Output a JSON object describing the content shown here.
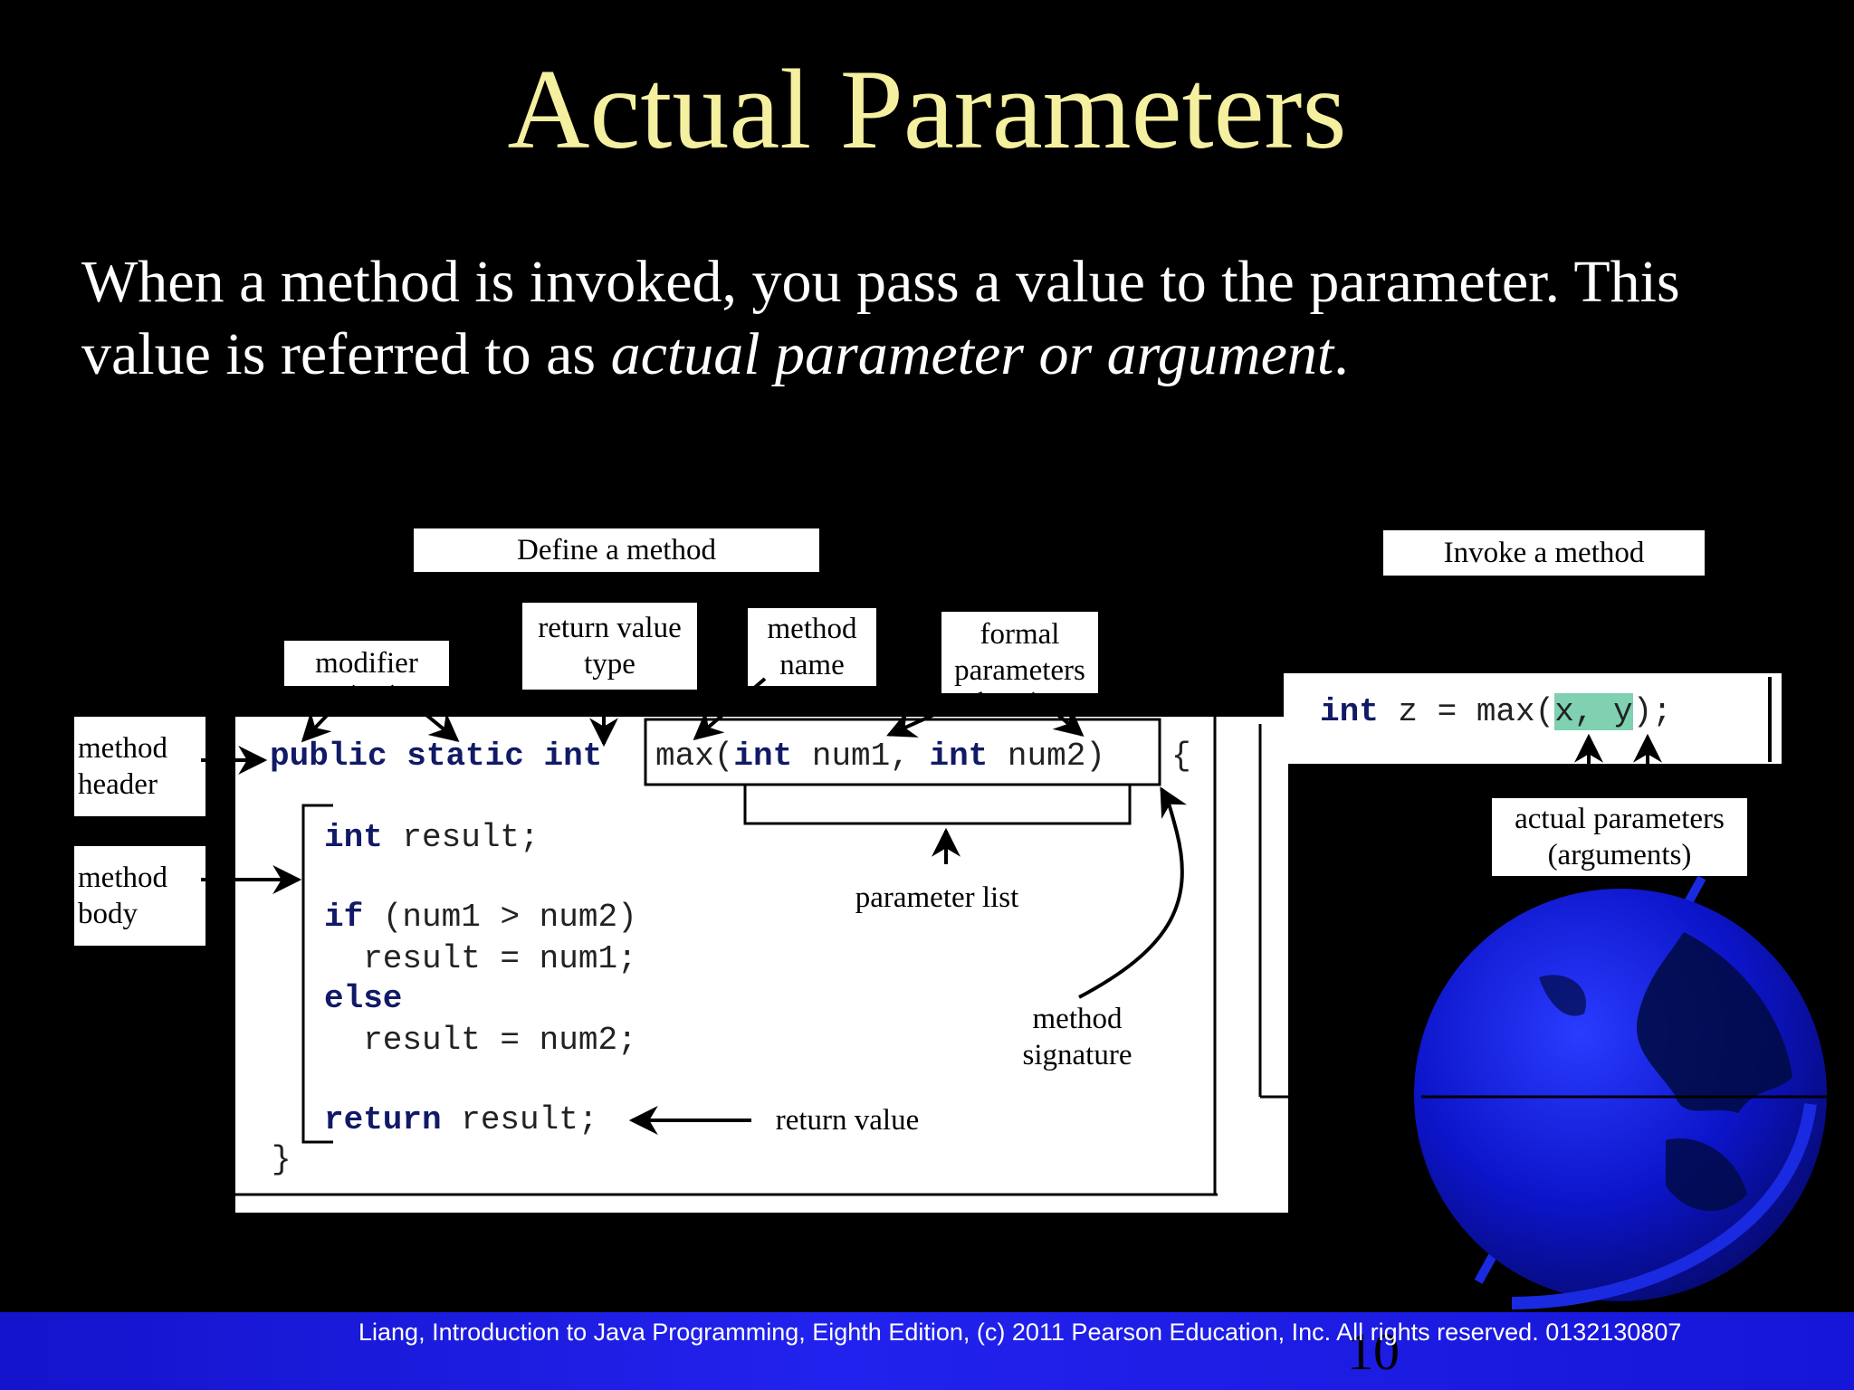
{
  "slide": {
    "title": "Actual Parameters",
    "intro_plain": "When a method is invoked, you pass a value to the parameter. This value is referred to as ",
    "intro_italic": "actual parameter or argument",
    "intro_end": ".",
    "page_number": "10",
    "footer": "Liang, Introduction to Java Programming, Eighth Edition, (c) 2011 Pearson Education, Inc. All rights reserved. 0132130807"
  },
  "define": {
    "heading": "Define a method",
    "labels": {
      "modifier": "modifier",
      "return_type_1": "return value",
      "return_type_2": "type",
      "method_name_1": "method",
      "method_name_2": "name",
      "formal_params_1": "formal",
      "formal_params_2": "parameters",
      "method_header_1": "method",
      "method_header_2": "header",
      "method_body_1": "method",
      "method_body_2": "body",
      "parameter_list": "parameter list",
      "method_signature_1": "method",
      "method_signature_2": "signature",
      "return_value": "return value"
    },
    "code": {
      "kw_public": "public",
      "kw_static": "static",
      "kw_int": "int",
      "sig_max": "max(",
      "sig_int1": "int",
      "sig_num1": " num1, ",
      "sig_int2": "int",
      "sig_num2": " num2)",
      "brace_open": "{",
      "l1_kw": "int",
      "l1_rest": " result;",
      "l2_kw": "if",
      "l2_rest": " (num1 > num2)",
      "l3": "  result = num1;",
      "l4_kw": "else",
      "l5": "  result = num2;",
      "l6_kw": "return",
      "l6_rest": " result;",
      "brace_close": "}"
    }
  },
  "invoke": {
    "heading": "Invoke a method",
    "code_kw": "int",
    "code_pre": " z = max(",
    "code_args": "x, y",
    "code_post": ");",
    "args_label_1": "actual parameters",
    "args_label_2": "(arguments)"
  },
  "colors": {
    "title": "#f5f0a0",
    "background": "#000000",
    "footer_band": "#1c1ce0",
    "highlight": "#7fd1b2",
    "keyword": "#111a66"
  }
}
